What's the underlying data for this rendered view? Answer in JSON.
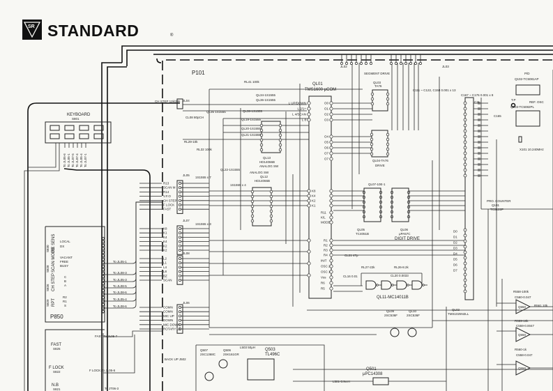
{
  "brand": {
    "logo_text": "SR",
    "name": "STANDARD",
    "registered": "®"
  },
  "board": {
    "label": "P101"
  },
  "keyboard": {
    "title": "KEYBOARD",
    "ref": "S801",
    "pins": [
      "To JL05-6",
      "To JL05-1",
      "To JL07-5",
      "To JL07-4",
      "To JL05-4",
      "To JL07-1"
    ]
  },
  "p850": {
    "label": "P850",
    "groups": [
      {
        "name": "RX SENS",
        "ref": "S830",
        "positions": [
          "LOCAL",
          "DX"
        ]
      },
      {
        "name": "SCAN MODE",
        "ref": "S828",
        "positions": [
          "VACANT",
          "FREE",
          "BUSY"
        ]
      },
      {
        "name": "CH STEP",
        "ref": "S826",
        "positions": [
          "C",
          "B",
          "A"
        ]
      },
      {
        "name": "RPT",
        "ref": "S829",
        "positions": [
          "R2",
          "R1",
          "S"
        ]
      }
    ],
    "to_labels": [
      "To JL05-1",
      "To JL08-3",
      "To JL05-3",
      "To JL08-5",
      "To JL08-6",
      "To JL05-4",
      "To JL08-6"
    ]
  },
  "switches": [
    {
      "name": "FAST",
      "ref": "S825",
      "to": "FAST To JL05-7"
    },
    {
      "name": "F LOCK",
      "ref": "S822",
      "to": "F LOCK To JL05-6"
    },
    {
      "name": "N.B",
      "ref": "S821",
      "to": "To JT06-3"
    }
  ],
  "connectors": {
    "jl04": {
      "name": "JL04",
      "label": "CH STEP 12k/25k"
    },
    "jl05": {
      "name": "JL05",
      "pins": [
        "R13",
        "SCAN M",
        "R14",
        "V.F.O",
        "CH STEP",
        "F LOCK",
        "FAST"
      ]
    },
    "jl07": {
      "name": "JL07",
      "pins": [
        "K8",
        "K1",
        "K4",
        "K4",
        "K2",
        "K2"
      ]
    },
    "jl08": {
      "name": "JL08",
      "pins": [
        "L2",
        "L1",
        "L4",
        "L8",
        "BZ",
        "SCAN"
      ]
    },
    "jl06": {
      "name": "JL06",
      "pins": [
        "COMN",
        "COMN",
        "MIC UP",
        "DOWN",
        "MIC DOWN",
        "ROTARY UP"
      ]
    },
    "jl02": {
      "name": "JL02"
    },
    "jl03": {
      "name": "JL03"
    },
    "j502": {
      "name": "BACK UP J502"
    }
  },
  "ics": {
    "ql01": {
      "ref": "QL01",
      "part": "TMS1600 μCOM",
      "left_pins": [
        "L UP/DOWN",
        "L 2/1+",
        "L 4/SCAN",
        "L 8"
      ],
      "right_pins": [
        "O0",
        "O1",
        "O2",
        "O3"
      ],
      "o_pins": [
        "O4",
        "O5",
        "O6",
        "O7",
        "O7"
      ],
      "k_pins": [
        "K8",
        "K4",
        "K2",
        "K1"
      ],
      "r_pins": [
        "R1",
        "R2",
        "R3",
        "R4"
      ],
      "misc_pins": [
        "R11",
        "K/L",
        "MODE",
        "INIT",
        "OSC 2",
        "OSC 1",
        "Vss",
        "R6",
        "R5"
      ]
    },
    "ql13": {
      "ref": "QL13",
      "part": "HD14066B",
      "desc": "ANALOG SW"
    },
    "ql12": {
      "ref": "QL12",
      "part": "HD14066B",
      "desc": "ANALOG SW"
    },
    "ql03": {
      "ref": "QL03",
      "part": "TA76"
    },
    "ql04": {
      "ref": "QL04-TA76",
      "desc": "DRIVE"
    },
    "segment": {
      "label": "SEGMENT DRIVE"
    },
    "ql05": {
      "ref": "QL05",
      "part": "TC4051B"
    },
    "ql06": {
      "ref": "QL06",
      "part": "μPA57C",
      "desc": "DIGIT DRIVE"
    },
    "ql11": {
      "ref": "QL11-MC14011B"
    },
    "ql09": {
      "ref": "QL09",
      "part": "2SC536F"
    },
    "ql10": {
      "ref": "QL10",
      "part": "2SC536F"
    },
    "ql02": {
      "ref": "QL02",
      "part": "TMS1025N2LL",
      "pins": [
        "D0",
        "D1",
        "D2",
        "D3",
        "D4",
        "D5",
        "D6",
        "D7"
      ]
    },
    "q102": {
      "ref": "Q102-TC5081AP",
      "title": "P/D"
    },
    "q103": {
      "ref": "Q103-TC5082PL",
      "desc": "REF. OSC"
    },
    "q101": {
      "ref": "Q101",
      "part": "TC5122P",
      "desc": "PRO. COUNTER"
    },
    "q550": {
      "ref": "Q550"
    },
    "q507": {
      "ref": "Q507",
      "part": "2SC1368C"
    },
    "q506": {
      "ref": "Q506",
      "part": "2SK161GR"
    },
    "q503": {
      "ref": "Q503",
      "part": "TL496C"
    },
    "q501": {
      "ref": "Q501",
      "part": "μPC14308"
    },
    "tp": {
      "label": "T.P"
    },
    "crystal": {
      "label": "X101 10.240MHz"
    }
  },
  "parts": {
    "rl41": "RL41 100k",
    "rl32": "RL32 100k",
    "rl29": "RL29-10k",
    "d_ql34": "QL34-1S1555",
    "d_ql36": "QL36-1S1555",
    "d_ql38": "QL38-1S1555",
    "d_ql19": "QL19-1S1555",
    "d_ql20": "QL20-1S1555",
    "d_ql21": "QL21-1S1555",
    "d_ql22": "QL22-1S1555",
    "cl08": "CL08 80pCH",
    "ql35": "QL35 1S1555",
    "diodes7": "1S1555 x 7",
    "diodes3": "1S1555 x 3",
    "diodes4": "1S1555 x 4",
    "ql07": "QL07-10E-1",
    "cl21": "CL21 47p",
    "rl27": "RL27-22k",
    "rl26": "RL26-8.2k",
    "cl20": "CL20 0.0033",
    "cl16": "CL16 0.01",
    "l503": "L503 50μH",
    "l501": "L501-3.9mH",
    "c11": "C11",
    "c111": "C111 ~ C122, C158 0.001 x 13",
    "c167": "C167 ~ C176 0.001 x 8",
    "c165": "C165",
    "r558": "R558-100k",
    "r559": "R559-10k",
    "r560": "R560-1k",
    "r561": "R561 10k",
    "c559": "C559-0.0047",
    "c560": "C560-0.047",
    "c558": "C558-0.047"
  }
}
